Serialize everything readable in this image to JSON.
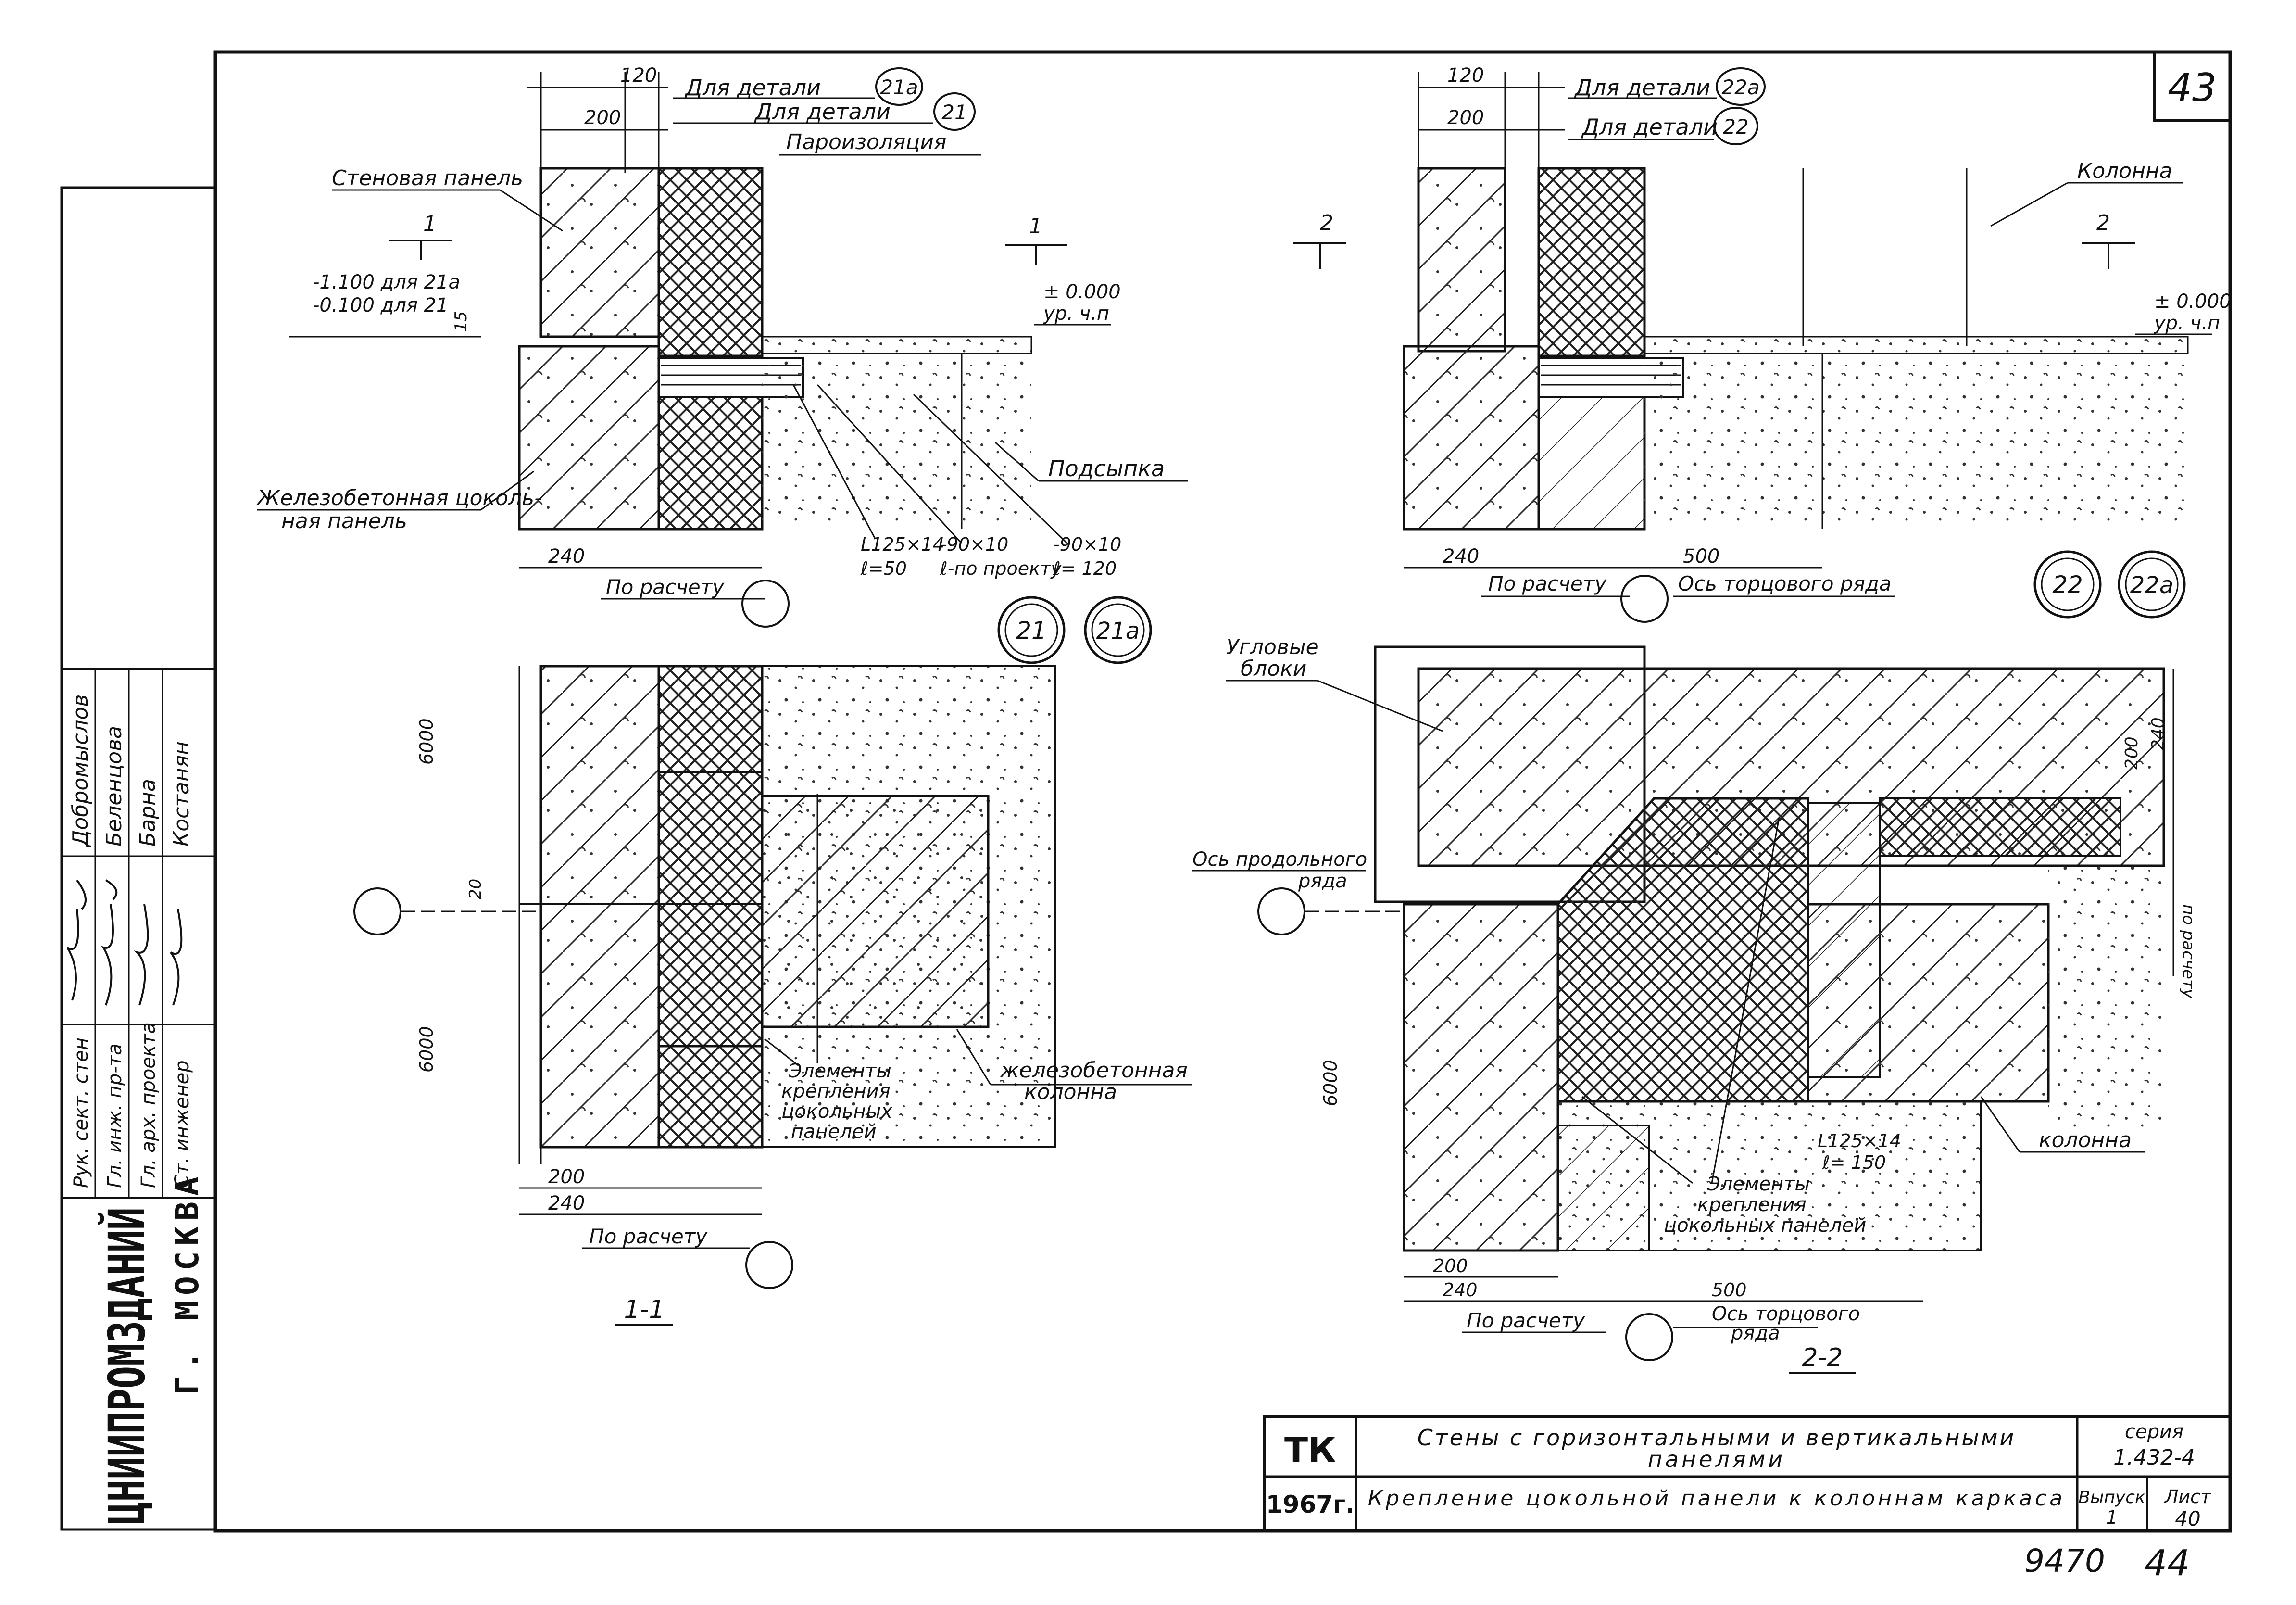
{
  "sheet_number": "43",
  "footer": {
    "inventory": "9470",
    "page": "44"
  },
  "org": {
    "name": "ЦНИИПРОМЗДАНИЙ",
    "city": "Г. МОСКВА"
  },
  "staff": [
    {
      "role": "Рук. сект. стен",
      "name": "Добромыслов"
    },
    {
      "role": "Гл. инж. пр-та",
      "name": "Беленцова"
    },
    {
      "role": "Гл. арх. проекта",
      "name": "Барна"
    },
    {
      "role": "Ст. инженер",
      "name": "Костанян"
    }
  ],
  "title_block": {
    "code": "ТК",
    "year": "1967г.",
    "title_line1": "Стены с горизонтальными и вертикальными",
    "title_line2": "панелями",
    "subtitle": "Крепление цокольной панели к колоннам каркаса",
    "series_label": "серия",
    "series_value": "1.432-4",
    "issue_label": "Выпуск",
    "issue_value": "1",
    "sheet_label": "Лист",
    "sheet_value": "40"
  },
  "detail_21": {
    "dims": {
      "d120": "120",
      "d200": "200",
      "d240": "240",
      "d15": "15"
    },
    "ref_21a": "Для детали",
    "ref_21a_num": "21а",
    "ref_21": "Для детали",
    "ref_21_num": "21",
    "vapor": "Пароизоляция",
    "wall_panel": "Стеновая панель",
    "cut_mark": "1",
    "level_left_1": "-1.100 для 21а",
    "level_left_2": "-0.100 для 21",
    "level_right_1": "± 0.000",
    "level_right_2": "ур. ч.п",
    "plinth_1": "Железобетонная цоколь-",
    "plinth_2": "ная панель",
    "fill": "Подсыпка",
    "angle_1": "L125×14",
    "angle_2": "ℓ=50",
    "plate1_1": "-90×10",
    "plate1_2": "ℓ-по проекту",
    "plate2_1": "-90×10",
    "plate2_2": "ℓ= 120",
    "calc": "По расчету",
    "tag_a": "21",
    "tag_b": "21а"
  },
  "detail_22": {
    "dims": {
      "d120": "120",
      "d200": "200",
      "d240": "240",
      "d500": "500"
    },
    "ref_22a": "Для детали",
    "ref_22a_num": "22а",
    "ref_22": "Для детали",
    "ref_22_num": "22",
    "column": "Колонна",
    "cut_mark": "2",
    "level_1": "± 0.000",
    "level_2": "ур. ч.п",
    "calc": "По расчету",
    "axis": "Ось торцового ряда",
    "tag_a": "22",
    "tag_b": "22а"
  },
  "section_11": {
    "dims": {
      "d6000a": "6000",
      "d6000b": "6000",
      "d20": "20",
      "d200": "200",
      "d240": "240"
    },
    "elements_1": "Элементы",
    "elements_2": "крепления",
    "elements_3": "цокольных",
    "elements_4": "панелей",
    "rc_column_1": "железобетонная",
    "rc_column_2": "колонна",
    "calc": "По расчету",
    "title": "1-1"
  },
  "section_22": {
    "corner_1": "Угловые",
    "corner_2": "блоки",
    "axis_long_1": "Ось продольного",
    "axis_long_2": "ряда",
    "dims": {
      "d200": "200",
      "d240": "240",
      "d500": "500",
      "d6000": "6000",
      "calc_v": "по расчету"
    },
    "angle_1": "L125×14",
    "angle_2": "ℓ= 150",
    "elements_1": "Элементы",
    "elements_2": "крепления",
    "elements_3": "цокольных панелей",
    "column": "колонна",
    "calc": "По расчету",
    "axis_end_1": "Ось торцового",
    "axis_end_2": "ряда",
    "title": "2-2"
  }
}
